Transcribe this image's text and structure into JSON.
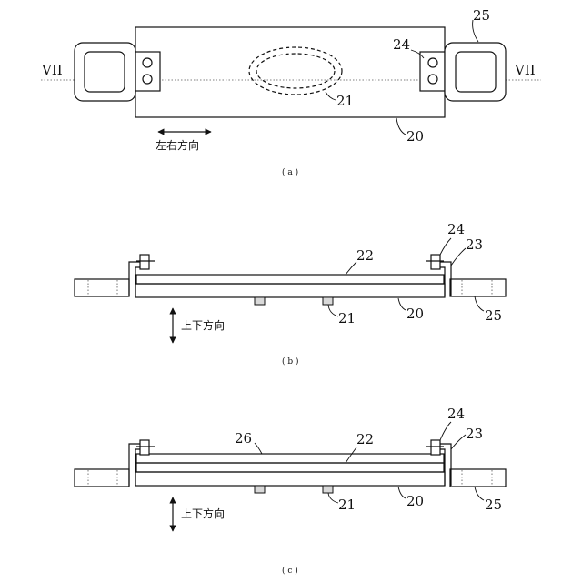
{
  "figure_a": {
    "section_marker_left": "VII",
    "section_marker_right": "VII",
    "label_20": "20",
    "label_21": "21",
    "label_24": "24",
    "label_25": "25",
    "direction": "左右方向",
    "caption": "( a )"
  },
  "figure_b": {
    "label_20": "20",
    "label_21": "21",
    "label_22": "22",
    "label_23": "23",
    "label_24": "24",
    "label_25": "25",
    "direction": "上下方向",
    "caption": "( b )"
  },
  "figure_c": {
    "label_20": "20",
    "label_21": "21",
    "label_22": "22",
    "label_23": "23",
    "label_24": "24",
    "label_25": "25",
    "label_26": "26",
    "direction": "上下方向",
    "caption": "( c )"
  }
}
